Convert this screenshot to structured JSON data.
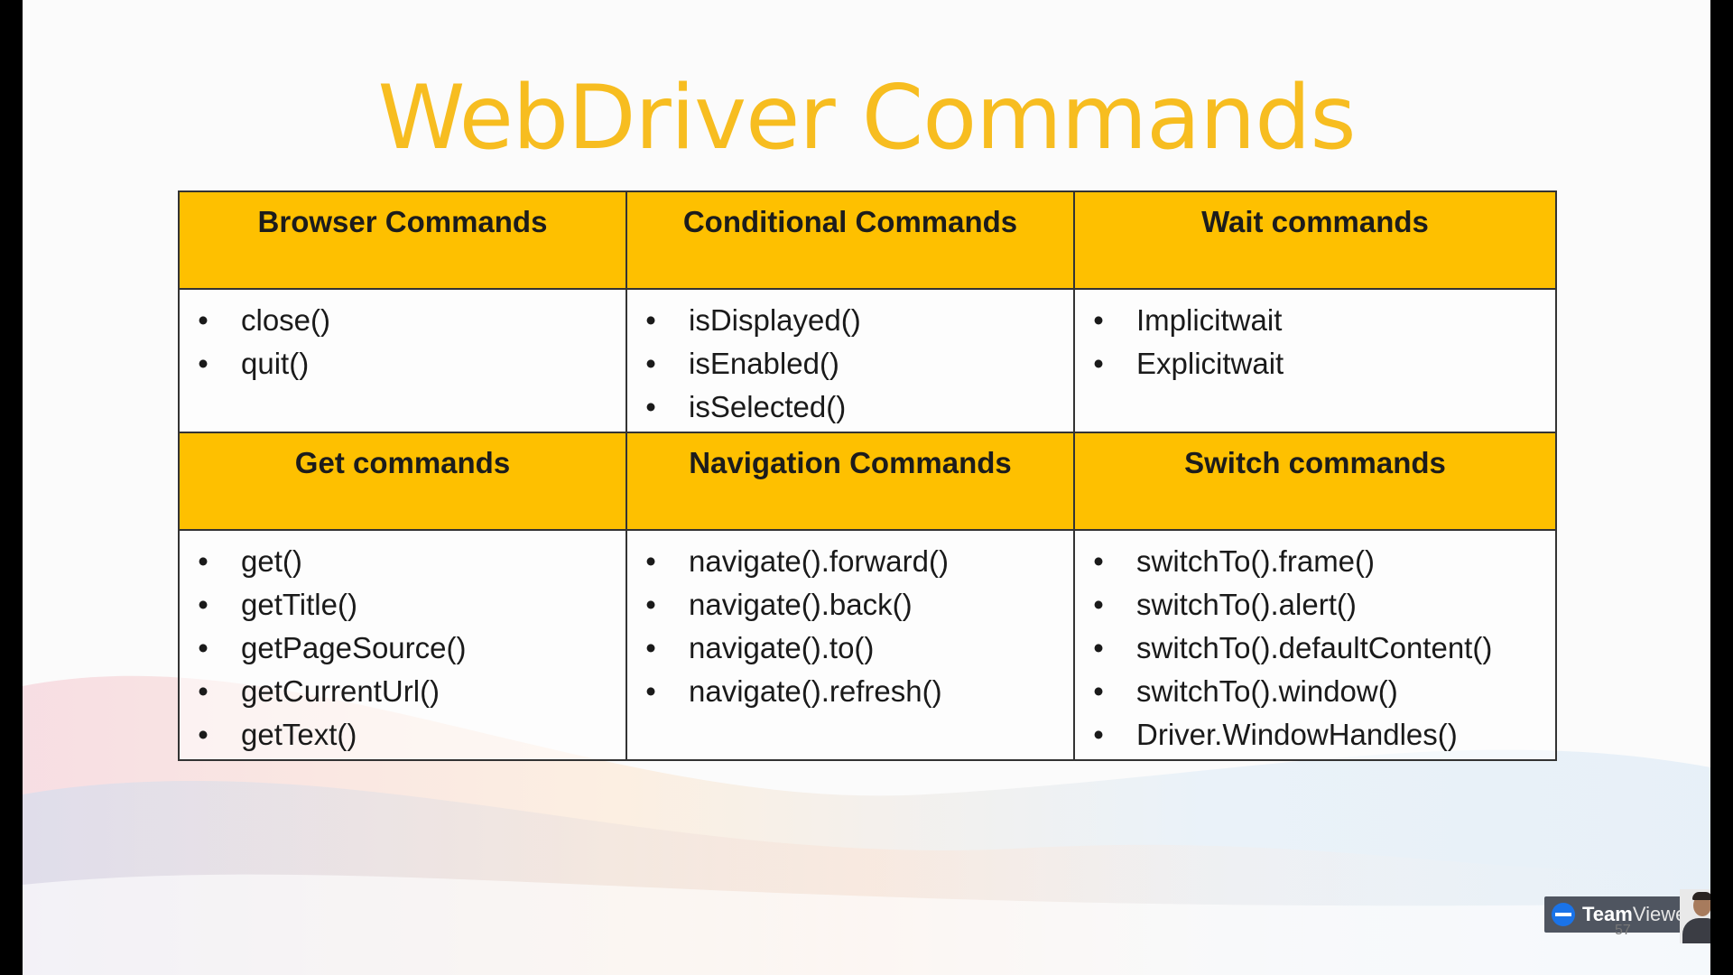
{
  "slide": {
    "title": "WebDriver Commands",
    "page_number": "57"
  },
  "table": {
    "row1": {
      "headers": [
        "Browser Commands",
        "Conditional Commands",
        "Wait commands"
      ],
      "cells": [
        [
          "close()",
          "quit()"
        ],
        [
          "isDisplayed()",
          "isEnabled()",
          "isSelected()"
        ],
        [
          "Implicitwait",
          "Explicitwait"
        ]
      ]
    },
    "row2": {
      "headers": [
        "Get commands",
        "Navigation Commands",
        "Switch commands"
      ],
      "cells": [
        [
          "get()",
          "getTitle()",
          "getPageSource()",
          "getCurrentUrl()",
          "getText()"
        ],
        [
          "navigate().forward()",
          "navigate().back()",
          "navigate().to()",
          "navigate().refresh()"
        ],
        [
          "switchTo().frame()",
          "switchTo().alert()",
          "switchTo().defaultContent()",
          "switchTo().window()",
          "Driver.WindowHandles()"
        ]
      ]
    },
    "bullet": "•",
    "header_color": "#fec000",
    "title_color": "#f7bd20"
  },
  "teamviewer": {
    "brand_bold": "Team",
    "brand_light": "Viewer",
    "logo_icon": "teamviewer-logo-icon"
  }
}
